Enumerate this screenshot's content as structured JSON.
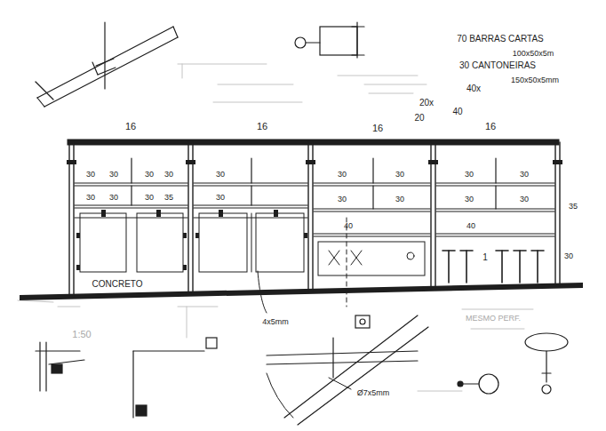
{
  "diagram": {
    "labels": [
      "70 BARRAS CARTAS",
      "100x50x5m",
      "30 CANTONEIRAS",
      "150x50x5mm",
      "40x",
      "20x",
      "40",
      "20",
      "16",
      "16",
      "16",
      "16",
      "30",
      "30",
      "30",
      "30",
      "30",
      "30",
      "30",
      "35",
      "30",
      "30",
      "30",
      "30",
      "30",
      "30",
      "40",
      "30",
      "30",
      "30",
      "30",
      "40",
      "CONCRETO",
      "35",
      "30",
      "1",
      "1:50",
      "4x5mm",
      "Ø7x5mm",
      "MESMO PERF."
    ]
  }
}
